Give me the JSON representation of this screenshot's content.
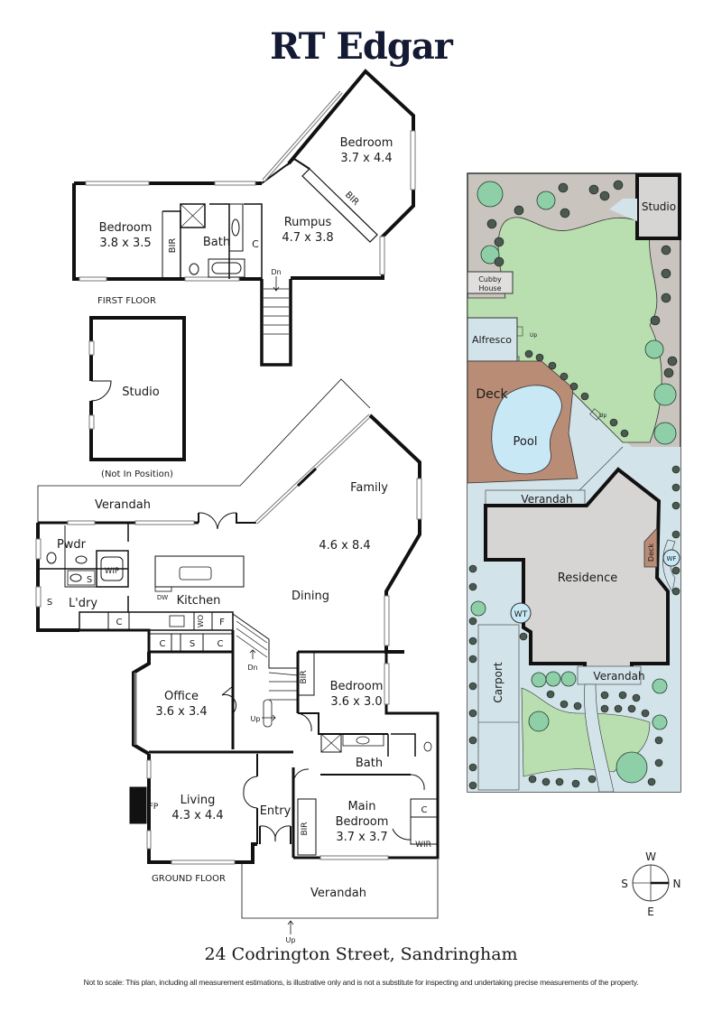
{
  "header": {
    "brand": "RT Edgar"
  },
  "first_floor": {
    "floor_label": "FIRST FLOOR",
    "rooms": [
      {
        "name": "Bedroom",
        "dims": "3.8 x 3.5"
      },
      {
        "name": "Bedroom",
        "dims": "3.7 x 4.4"
      },
      {
        "name": "Rumpus",
        "dims": "4.7 x 3.8"
      },
      {
        "name": "Bath",
        "dims": ""
      }
    ],
    "fixtures": {
      "bir_1": "BIR",
      "bir_2": "BIR",
      "cupboard": "C",
      "stairs_down": "Dn"
    }
  },
  "studio_separate": {
    "name": "Studio",
    "note": "(Not In Position)"
  },
  "ground_floor": {
    "floor_label": "GROUND FLOOR",
    "rooms": {
      "verandah_rear": "Verandah",
      "family": "Family",
      "family_dims": "4.6 x 8.4",
      "dining": "Dining",
      "kitchen": "Kitchen",
      "pwdr": "Pwdr",
      "laundry": "L'dry",
      "office": "Office",
      "office_dims": "3.6 x 3.4",
      "bedroom": "Bedroom",
      "bedroom_dims": "3.6 x 3.0",
      "bath": "Bath",
      "main_bedroom_1": "Main",
      "main_bedroom_2": "Bedroom",
      "main_bedroom_dims": "3.7 x 3.7",
      "living": "Living",
      "living_dims": "4.3 x 4.4",
      "entry": "Entry",
      "verandah_front": "Verandah"
    },
    "fixtures": {
      "wip": "WIP",
      "s_pwdr": "S",
      "s_laundry": "S",
      "dw": "DW",
      "c_laundry": "C",
      "wo": "WO",
      "f": "F",
      "c1": "C",
      "s_pantry": "S",
      "c2": "C",
      "bir_bed": "BIR",
      "bir_main": "BIR",
      "c_main": "C",
      "wir": "WIR",
      "fp": "FP",
      "stairs_dn": "Dn",
      "stairs_up": "Up",
      "front_up": "Up"
    }
  },
  "site_plan": {
    "labels": {
      "studio": "Studio",
      "cubby_1": "Cubby",
      "cubby_2": "House",
      "alfresco": "Alfresco",
      "alfresco_up": "Up",
      "deck": "Deck",
      "pool": "Pool",
      "pool_up": "Up",
      "verandah_rear": "Verandah",
      "residence": "Residence",
      "deck_side": "Deck",
      "wf": "WF",
      "wt": "WT",
      "carport": "Carport",
      "verandah_front": "Verandah"
    },
    "colors": {
      "lawn": "#b9dfb0",
      "garden_bed": "#c9c4be",
      "paving": "#d3e3ea",
      "deck": "#b98c76",
      "pool": "#c9e8f5",
      "building": "#d6d5d3",
      "tree": "#8fcfa8"
    }
  },
  "compass": {
    "w": "W",
    "s": "S",
    "n": "N",
    "e": "E"
  },
  "footer": {
    "address": "24 Codrington Street, Sandringham",
    "disclaimer": "Not to scale: This plan, including all measurement estimations, is illustrative only and is not a substitute for inspecting and undertaking precise measurements of the property."
  }
}
